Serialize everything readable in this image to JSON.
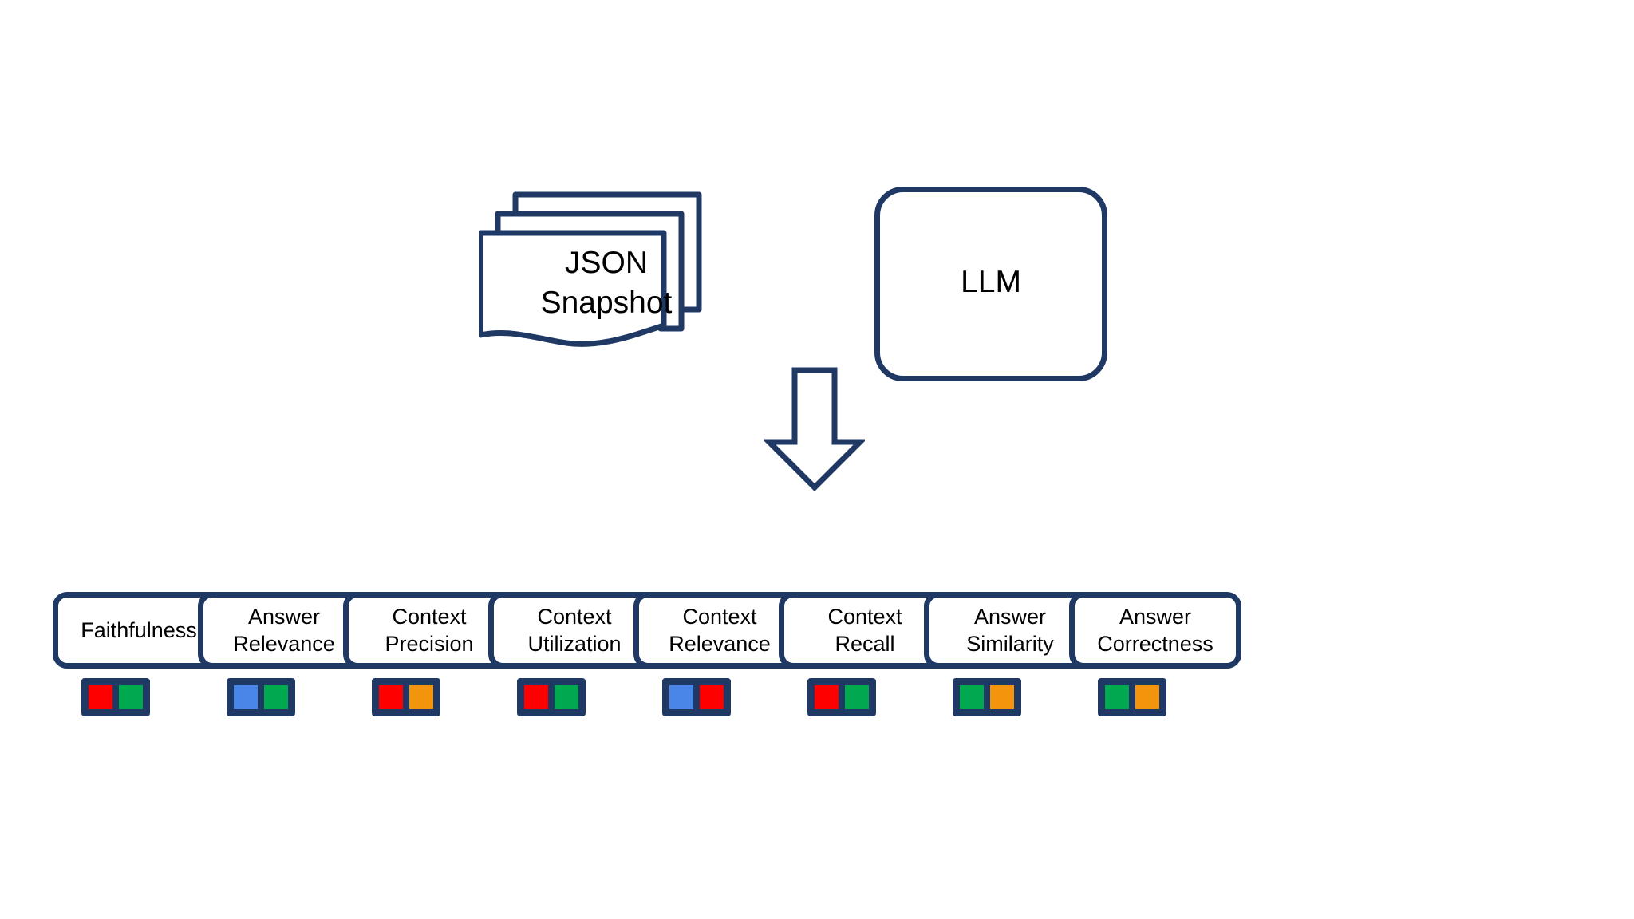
{
  "theme": {
    "background": "#ffffff",
    "outline": "#1F3864",
    "text": "#000000",
    "chip_red": "#FF0000",
    "chip_green": "#00A94F",
    "chip_orange": "#F2940C",
    "chip_blue": "#4A86E8"
  },
  "inputs": {
    "snapshot": {
      "label": "JSON\nSnapshot",
      "icon": "document-stack-icon",
      "sheets": 3
    },
    "llm": {
      "label": "LLM",
      "shape": "rounded-rectangle"
    },
    "flow_arrow": {
      "icon": "down-arrow-icon",
      "direction": "down"
    }
  },
  "metrics": [
    {
      "label": "Faithfulness",
      "chips": [
        "#FF0000",
        "#00A94F"
      ]
    },
    {
      "label": "Answer\nRelevance",
      "chips": [
        "#4A86E8",
        "#00A94F"
      ]
    },
    {
      "label": "Context\nPrecision",
      "chips": [
        "#FF0000",
        "#F2940C"
      ]
    },
    {
      "label": "Context\nUtilization",
      "chips": [
        "#FF0000",
        "#00A94F"
      ]
    },
    {
      "label": "Context\nRelevance",
      "chips": [
        "#4A86E8",
        "#FF0000"
      ]
    },
    {
      "label": "Context\nRecall",
      "chips": [
        "#FF0000",
        "#00A94F"
      ]
    },
    {
      "label": "Answer\nSimilarity",
      "chips": [
        "#00A94F",
        "#F2940C"
      ]
    },
    {
      "label": "Answer\nCorrectness",
      "chips": [
        "#00A94F",
        "#F2940C"
      ]
    }
  ],
  "layout": {
    "metric_x_positions": [
      66,
      248,
      430,
      612,
      794,
      976,
      1158,
      1340
    ]
  }
}
